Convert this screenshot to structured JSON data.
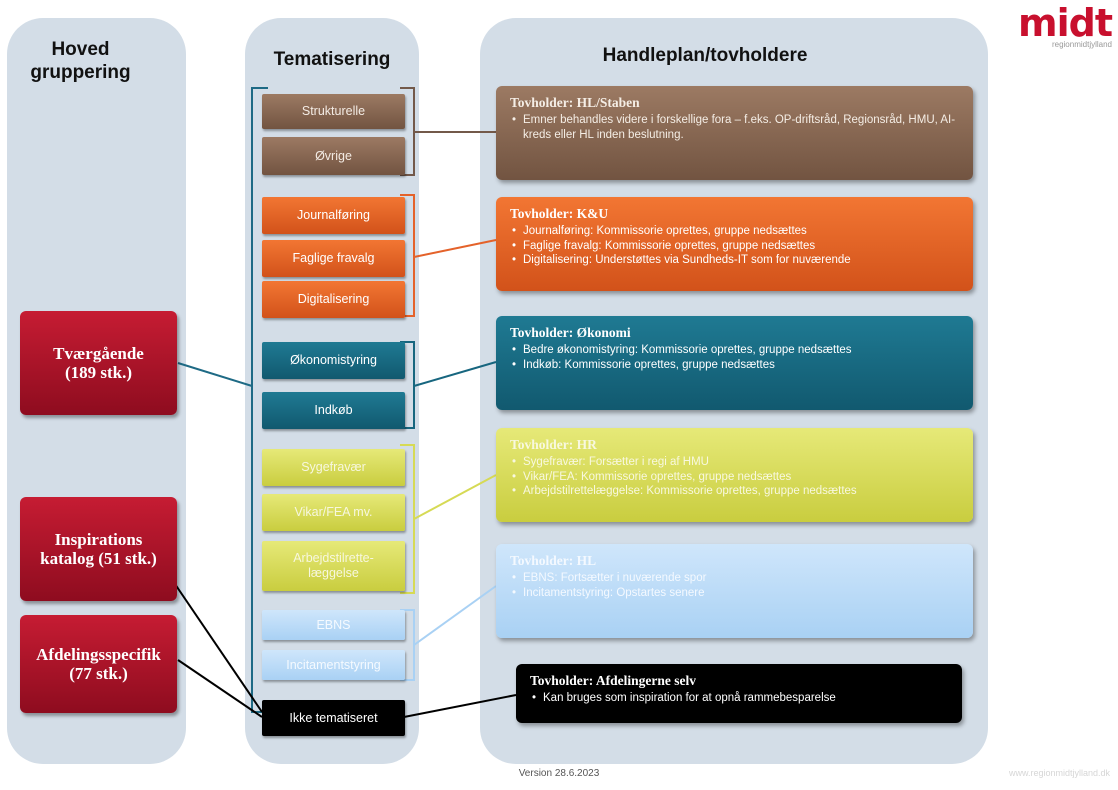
{
  "logo": {
    "main": "midt",
    "sub": "regionmidtjylland"
  },
  "columns": {
    "hoved": "Hoved gruppering",
    "tematisering": "Tematisering",
    "handleplan": "Handleplan/tovholdere"
  },
  "groups": [
    {
      "label": "Tværgående (189 stk.)"
    },
    {
      "label": "Inspirations katalog (51 stk.)"
    },
    {
      "label": "Afdelingsspecifik (77 stk.)"
    }
  ],
  "themes": [
    {
      "label": "Strukturelle"
    },
    {
      "label": "Øvrige"
    },
    {
      "label": "Journalføring"
    },
    {
      "label": "Faglige fravalg"
    },
    {
      "label": "Digitalisering"
    },
    {
      "label": "Økonomistyring"
    },
    {
      "label": "Indkøb"
    },
    {
      "label": "Sygefravær"
    },
    {
      "label": "Vikar/FEA mv."
    },
    {
      "label": "Arbejdstilrette-læggelse"
    },
    {
      "label": "EBNS"
    },
    {
      "label": "Incitamentstyring"
    },
    {
      "label": "Ikke tematiseret"
    }
  ],
  "owners": [
    {
      "title": "Tovholder: HL/Staben",
      "items": [
        "Emner behandles videre i forskellige fora – f.eks. OP-driftsråd, Regionsråd, HMU, AI-kreds eller HL inden beslutning."
      ]
    },
    {
      "title": "Tovholder: K&U",
      "items": [
        "Journalføring: Kommissorie oprettes, gruppe nedsættes",
        "Faglige fravalg: Kommissorie oprettes, gruppe nedsættes",
        "Digitalisering: Understøttes via Sundheds-IT som for nuværende"
      ]
    },
    {
      "title": "Tovholder: Økonomi",
      "items": [
        "Bedre økonomistyring: Kommissorie oprettes, gruppe nedsættes",
        "Indkøb: Kommissorie oprettes, gruppe nedsættes"
      ]
    },
    {
      "title": "Tovholder: HR",
      "items": [
        "Sygefravær: Forsætter i regi af HMU",
        "Vikar/FEA: Kommissorie oprettes, gruppe nedsættes",
        "Arbejdstilrettelæggelse: Kommissorie oprettes, gruppe nedsættes"
      ]
    },
    {
      "title": "Tovholder: HL",
      "items": [
        "EBNS: Fortsætter i nuværende spor",
        "Incitamentstyring: Opstartes senere"
      ]
    },
    {
      "title": "Tovholder: Afdelingerne selv",
      "items": [
        "Kan bruges som inspiration for at opnå rammebesparelse"
      ]
    }
  ],
  "footer": {
    "version": "Version 28.6.2023",
    "website": "www.regionmidtjylland.dk"
  },
  "colors": {
    "brown": "#86654f",
    "orange": "#e4622a",
    "teal": "#17667f",
    "yellow": "#d6da55",
    "light_blue": "#bfdcf7",
    "black": "#000000",
    "red": "#b0162a",
    "column_bg": "#d3dde7"
  }
}
